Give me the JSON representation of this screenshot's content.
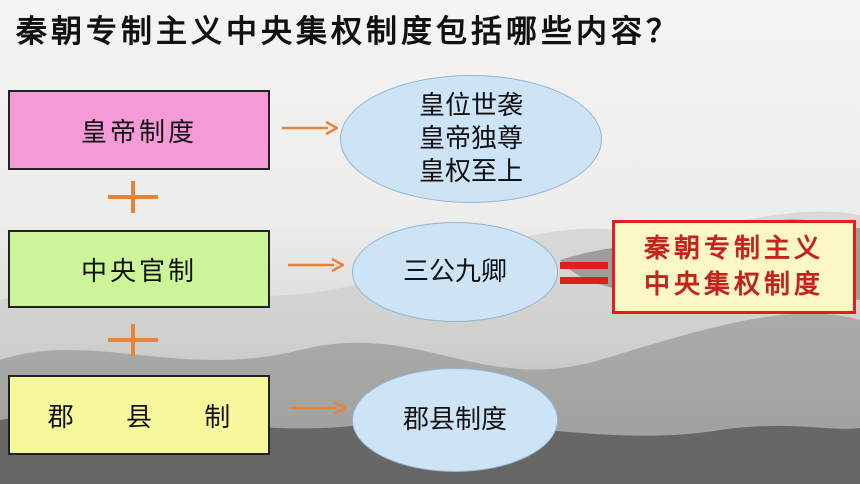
{
  "title": "秦朝专制主义中央集权制度包括哪些内容？",
  "boxes": [
    {
      "label": "皇帝制度"
    },
    {
      "label": "中央官制"
    },
    {
      "label": "郡 县 制"
    }
  ],
  "ellipses": [
    {
      "lines": [
        "皇位世袭",
        "皇帝独尊",
        "皇权至上"
      ]
    },
    {
      "lines": [
        "三公九卿"
      ]
    },
    {
      "lines": [
        "郡县制度"
      ]
    }
  ],
  "result": {
    "lines": [
      "秦朝专制主义",
      "中央集权制度"
    ]
  },
  "colors": {
    "box_1": "#f59ad7",
    "box_2": "#ccf59a",
    "box_3": "#f7f79c",
    "ellipse": "#cde4f7",
    "connector": "#e8843a",
    "equals": "#e01e1e",
    "result_border": "#e41d1d",
    "result_text": "#c4231e",
    "result_fill": "#fbf8c6"
  }
}
